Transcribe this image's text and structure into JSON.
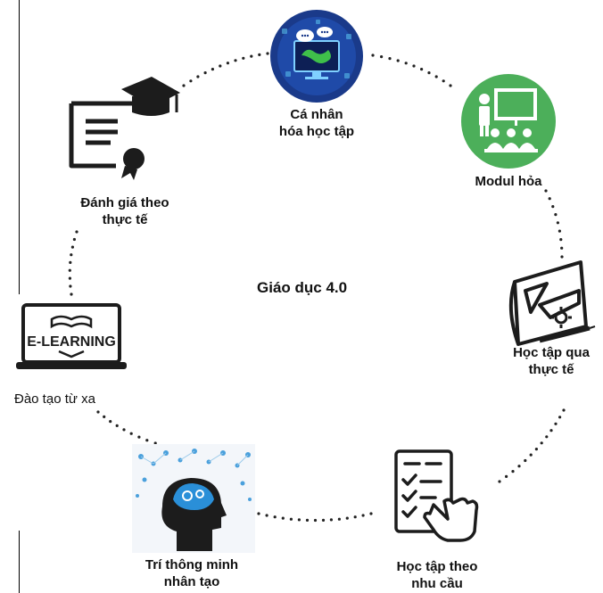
{
  "diagram": {
    "center_label": "Giáo dục 4.0",
    "nodes": [
      {
        "id": "personalize",
        "label_lines": [
          "Cá nhân",
          "hóa học tập"
        ],
        "icon": "globe-chat-computer-icon"
      },
      {
        "id": "module",
        "label_lines": [
          "Modul hỏa"
        ],
        "icon": "presentation-classroom-icon"
      },
      {
        "id": "practice",
        "label_lines": [
          "Học tập qua",
          "thực tế"
        ],
        "icon": "blueprint-drafting-icon"
      },
      {
        "id": "demand",
        "label_lines": [
          "Học tập theo",
          "nhu cầu"
        ],
        "icon": "checklist-hand-icon"
      },
      {
        "id": "ai",
        "label_lines": [
          "Trí thông minh",
          "nhân tạo"
        ],
        "icon": "ai-head-network-icon"
      },
      {
        "id": "elearning",
        "label_lines": [
          "Đào tạo từ xa"
        ],
        "icon": "elearning-laptop-icon",
        "icon_text": "E-LEARNING"
      },
      {
        "id": "assessment",
        "label_lines": [
          "Đánh giá theo",
          "thực tế"
        ],
        "icon": "certificate-graduation-icon"
      }
    ]
  },
  "colors": {
    "ring_dots": "#222222",
    "globe_bg": "#1a3a8a",
    "classroom_bg": "#4caf5a",
    "ai_head": "#1c1c1c",
    "ai_brain": "#2a8fd8"
  }
}
